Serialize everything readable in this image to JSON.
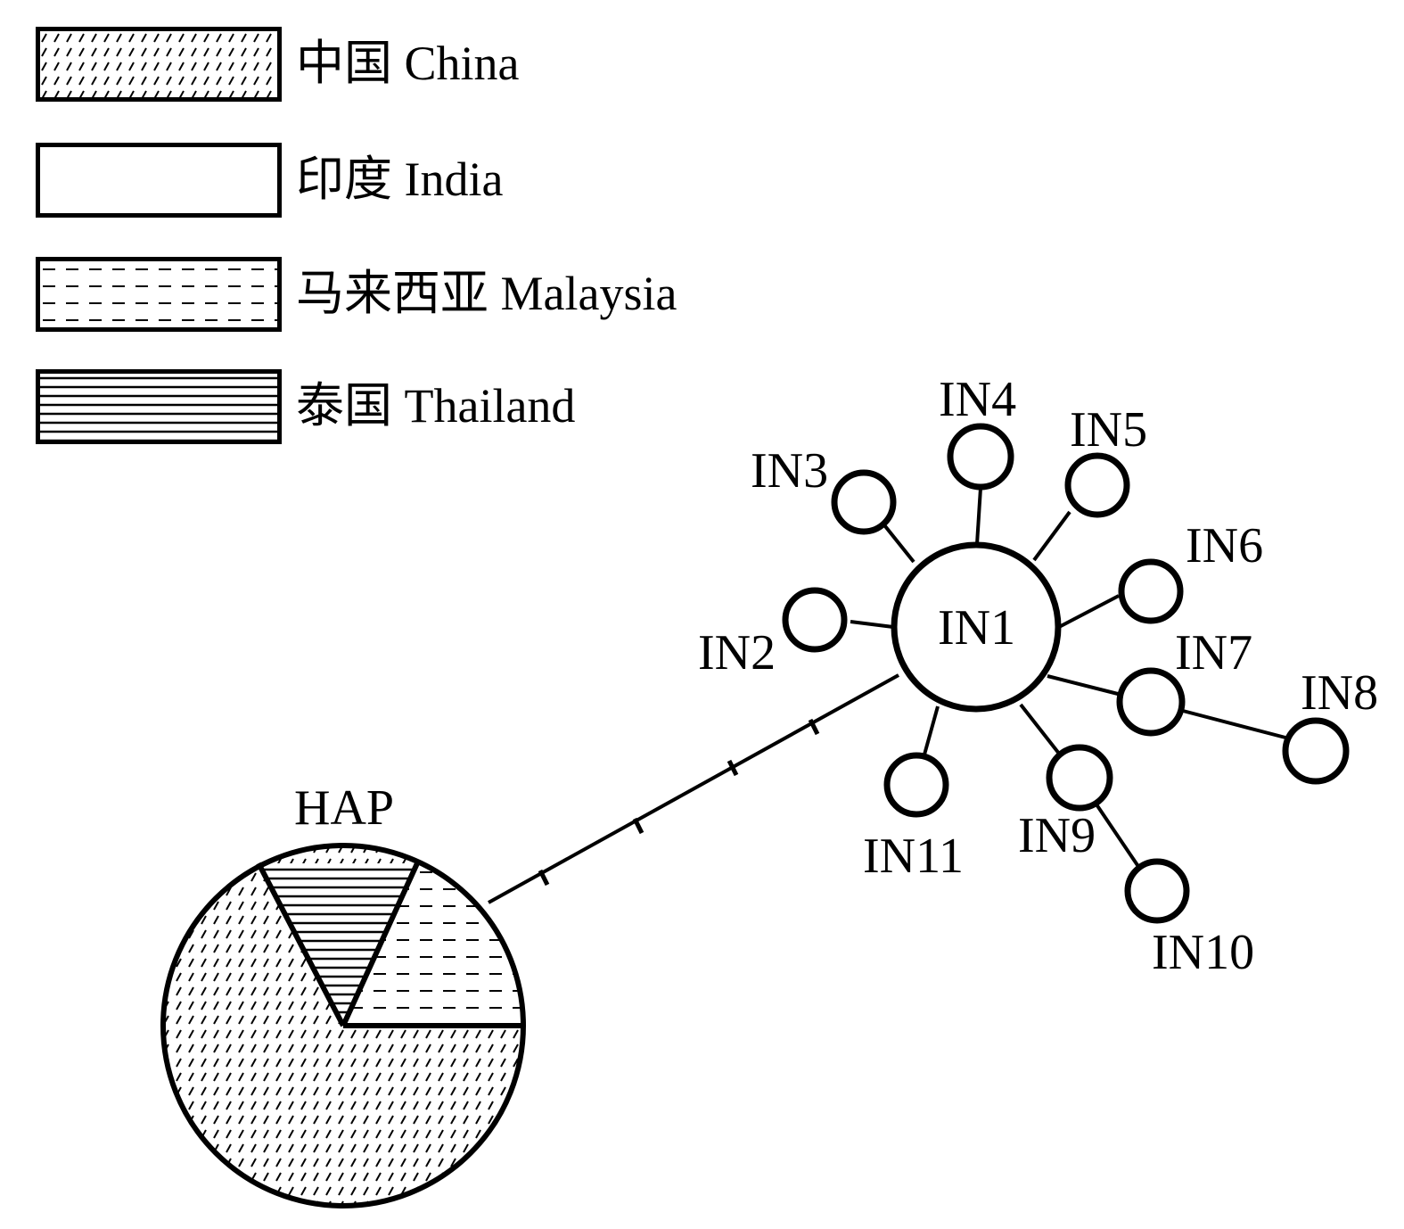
{
  "legend": [
    {
      "label": "中国 China",
      "pattern": "hatch-diagonal"
    },
    {
      "label": "印度 India",
      "pattern": "blank"
    },
    {
      "label": "马来西亚 Malaysia",
      "pattern": "dashed"
    },
    {
      "label": "泰国 Thailand",
      "pattern": "horizontal-lines"
    }
  ],
  "network": {
    "central_haplotype": "HAP",
    "central_composition": [
      {
        "country": "China",
        "pattern": "hatch-diagonal"
      },
      {
        "country": "Thailand",
        "pattern": "horizontal-lines"
      },
      {
        "country": "Malaysia",
        "pattern": "dashed"
      }
    ],
    "hub": "IN1",
    "nodes": [
      "IN1",
      "IN2",
      "IN3",
      "IN4",
      "IN5",
      "IN6",
      "IN7",
      "IN8",
      "IN9",
      "IN10",
      "IN11"
    ],
    "links": [
      [
        "HAP",
        "IN1"
      ],
      [
        "IN1",
        "IN2"
      ],
      [
        "IN1",
        "IN3"
      ],
      [
        "IN1",
        "IN4"
      ],
      [
        "IN1",
        "IN5"
      ],
      [
        "IN1",
        "IN6"
      ],
      [
        "IN1",
        "IN7"
      ],
      [
        "IN7",
        "IN8"
      ],
      [
        "IN1",
        "IN9"
      ],
      [
        "IN9",
        "IN10"
      ],
      [
        "IN1",
        "IN11"
      ]
    ],
    "hap_in1_mutation_steps": 4
  }
}
